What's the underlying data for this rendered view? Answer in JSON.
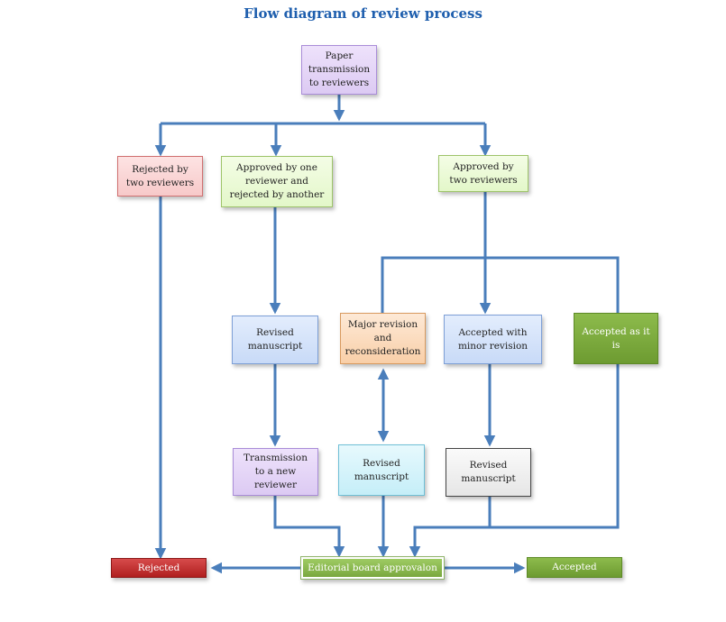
{
  "title": "Flow diagram of review process",
  "nodes": {
    "paper": "Paper\ntransmission\nto reviewers",
    "rejected_two": "Rejected by\ntwo reviewers",
    "approved_one": "Approved by one\nreviewer and\nrejected by another",
    "approved_two": "Approved by\ntwo reviewers",
    "revised_1": "Revised\nmanuscript",
    "major": "Major revision\nand\nreconsideration",
    "accepted_minor": "Accepted with\nminor revision",
    "accepted_as_is": "Accepted as it\nis",
    "transmission_new": "Transmission\nto a new\nreviewer",
    "revised_2": "Revised\nmanuscript",
    "revised_3": "Revised\nmanuscript",
    "rejected": "Rejected",
    "editorial": "Editorial board approvalon",
    "accepted": "Accepted"
  },
  "colors": {
    "connector": "#4a7ebb",
    "title": "#1f5fae"
  }
}
